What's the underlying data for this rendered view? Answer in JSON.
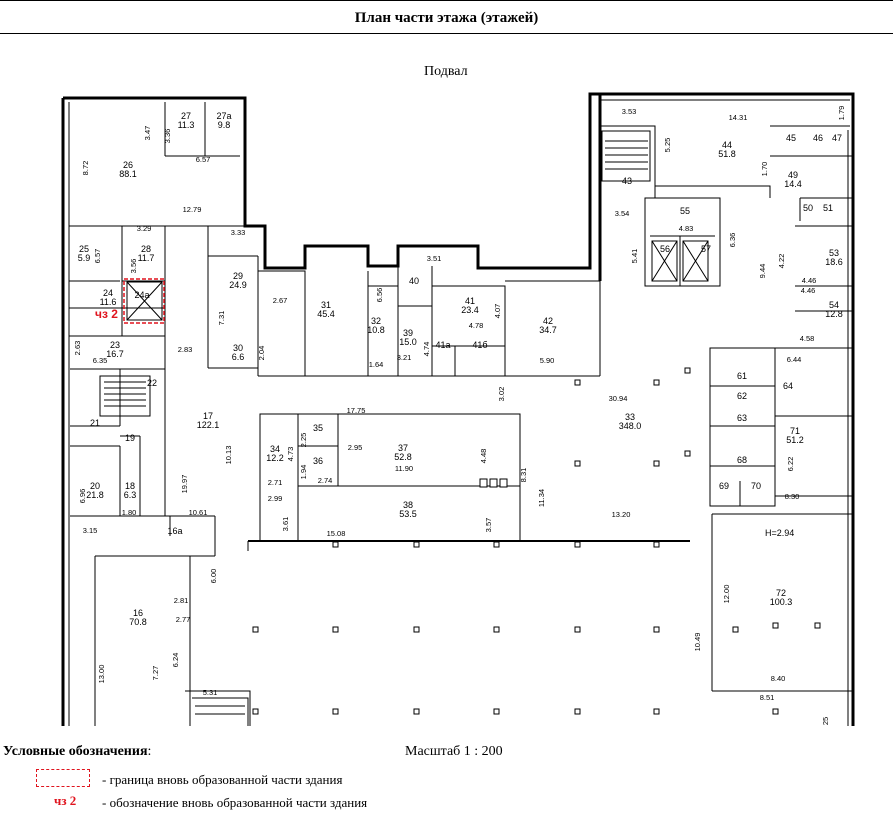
{
  "header": {
    "title": "План части этажа (этажей)"
  },
  "level_name": "Подвал",
  "rooms": [
    {
      "no": "27",
      "area": "11.3"
    },
    {
      "no": "27а",
      "area": "9.8"
    },
    {
      "no": "26",
      "area": "88.1"
    },
    {
      "no": "25",
      "area": "5.9"
    },
    {
      "no": "28",
      "area": "11.7"
    },
    {
      "no": "24",
      "area": "11.6"
    },
    {
      "no": "24а",
      "area": ""
    },
    {
      "no": "23",
      "area": "16.7"
    },
    {
      "no": "22",
      "area": ""
    },
    {
      "no": "21",
      "area": ""
    },
    {
      "no": "20",
      "area": "21.8"
    },
    {
      "no": "19",
      "area": ""
    },
    {
      "no": "18",
      "area": "6.3"
    },
    {
      "no": "17",
      "area": "122.1"
    },
    {
      "no": "16а",
      "area": ""
    },
    {
      "no": "16",
      "area": "70.8"
    },
    {
      "no": "29",
      "area": "24.9"
    },
    {
      "no": "30",
      "area": "6.6"
    },
    {
      "no": "31",
      "area": "45.4"
    },
    {
      "no": "32",
      "area": "10.8"
    },
    {
      "no": "40",
      "area": ""
    },
    {
      "no": "39",
      "area": "15.0"
    },
    {
      "no": "41",
      "area": "23.4"
    },
    {
      "no": "41а",
      "area": ""
    },
    {
      "no": "41б",
      "area": ""
    },
    {
      "no": "42",
      "area": "34.7"
    },
    {
      "no": "34",
      "area": "12.2"
    },
    {
      "no": "35",
      "area": ""
    },
    {
      "no": "36",
      "area": ""
    },
    {
      "no": "37",
      "area": "52.8"
    },
    {
      "no": "38",
      "area": "53.5"
    },
    {
      "no": "33",
      "area": "348.0"
    },
    {
      "no": "43",
      "area": ""
    },
    {
      "no": "44",
      "area": "51.8"
    },
    {
      "no": "45",
      "area": ""
    },
    {
      "no": "46",
      "area": ""
    },
    {
      "no": "47",
      "area": ""
    },
    {
      "no": "49",
      "area": "14.4"
    },
    {
      "no": "55",
      "area": ""
    },
    {
      "no": "50",
      "area": ""
    },
    {
      "no": "51",
      "area": ""
    },
    {
      "no": "53",
      "area": "18.6"
    },
    {
      "no": "54",
      "area": "12.8"
    },
    {
      "no": "56",
      "area": ""
    },
    {
      "no": "57",
      "area": ""
    },
    {
      "no": "61",
      "area": ""
    },
    {
      "no": "62",
      "area": ""
    },
    {
      "no": "63",
      "area": ""
    },
    {
      "no": "64",
      "area": ""
    },
    {
      "no": "68",
      "area": ""
    },
    {
      "no": "69",
      "area": ""
    },
    {
      "no": "70",
      "area": ""
    },
    {
      "no": "71",
      "area": "51.2"
    },
    {
      "no": "72",
      "area": "100.3"
    }
  ],
  "dimensions": [
    "3.47",
    "3.36",
    "6.57",
    "8.72",
    "12.79",
    "3.29",
    "3.33",
    "6.57",
    "3.56",
    "2.63",
    "6.35",
    "2.83",
    "2.67",
    "6.56",
    "3.51",
    "4.07",
    "4.78",
    "7.31",
    "2.04",
    "1.64",
    "3.21",
    "4.74",
    "5.90",
    "3.02",
    "30.94",
    "17.75",
    "2.25",
    "4.73",
    "2.95",
    "1.94",
    "2.71",
    "2.74",
    "4.48",
    "11.90",
    "8.31",
    "11.34",
    "10.13",
    "19.97",
    "2.99",
    "3.61",
    "3.57",
    "15.08",
    "13.20",
    "1.80",
    "10.61",
    "6.96",
    "3.15",
    "6.00",
    "2.81",
    "2.77",
    "6.24",
    "13.00",
    "7.27",
    "5.31",
    "3.53",
    "14.31",
    "5.25",
    "1.70",
    "1.79",
    "3.54",
    "4.83",
    "6.36",
    "5.41",
    "9.44",
    "4.22",
    "4.46",
    "4.46",
    "4.58",
    "6.44",
    "6.22",
    "8.30",
    "12.00",
    "10.49",
    "8.40",
    "8.51",
    "25"
  ],
  "annotations": {
    "height_mark": "H=2.94",
    "red_tag": "чз 2"
  },
  "legend": {
    "title": "Условные обозначения",
    "title_suffix": ":",
    "item1_text": "- граница вновь образованной части здания",
    "item2_code": "чз 2",
    "item2_text": "- обозначение вновь образованной части здания"
  },
  "scale": "Масштаб 1 : 200",
  "colors": {
    "wall": "#000000",
    "fill_wall": "#3a3a3a",
    "red_mark": "#e0141e"
  }
}
